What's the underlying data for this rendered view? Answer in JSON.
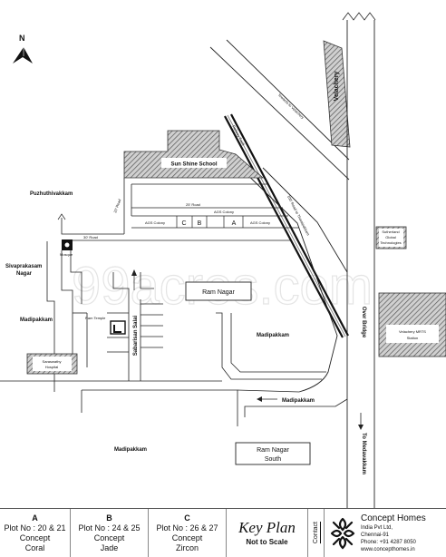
{
  "north": "N",
  "labels": {
    "velachery": "Velachery",
    "towards_velachery": "Towards to Velachery",
    "sunshine_school": "Sun Shine School",
    "puzhuthivakkam": "Puzhuthivakkam",
    "road_30_a": "30' Road",
    "road_30_b": "30' Road",
    "road_25": "25' Road",
    "road_20": "20' Road",
    "agr_colony_top": "AGS Colony",
    "agr_colony_left": "AGS Colony",
    "agr_colony_right": "AGS Colony",
    "plot_c": "C",
    "plot_b": "B",
    "plot_a": "A",
    "railway": "Railway Track",
    "road_100": "100' Road to Thoraipakkam",
    "mosque": "Mosque",
    "sivaprakasam": "Sivaprakasam",
    "nagar": "Nagar",
    "madipakkam_1": "Madipakkam",
    "ram_temple": "Ram Temple",
    "sabari_salai": "Sabarisan Salai",
    "ram_nagar": "Ram Nagar",
    "madipakkam_2": "Madipakkam",
    "saraswathy_1": "Saraswathy",
    "saraswathy_2": "Hospital",
    "madipakkam_road": "Madipakkam",
    "madipakkam_3": "Madipakkam",
    "ram_nagar_south_1": "Ram Nagar",
    "ram_nagar_south_2": "South",
    "over_bridge": "Over Bridge",
    "sutherland_1": "Sutherland",
    "sutherland_2": "Global",
    "sutherland_3": "Technologies",
    "mrts_1": "Velachery MRTS",
    "mrts_2": "Station",
    "to_medavakkam": "To Medavakkam",
    "watermark": "99acres.com"
  },
  "legend": {
    "a": {
      "key": "A",
      "plot": "Plot No : 20 & 21",
      "brand": "Concept",
      "name": "Coral"
    },
    "b": {
      "key": "B",
      "plot": "Plot No : 24 & 25",
      "brand": "Concept",
      "name": "Jade"
    },
    "c": {
      "key": "C",
      "plot": "Plot No : 26 & 27",
      "brand": "Concept",
      "name": "Zircon"
    },
    "key_plan": {
      "title": "Key Plan",
      "sub": "Not to Scale"
    },
    "contact": "Contact",
    "company": {
      "name": "Concept Homes",
      "line1": "India Pvt Ltd,",
      "line2": "Chennai-91",
      "line3": "Phone: +91 4287 8050",
      "line4": "www.concepthomes.in"
    }
  }
}
